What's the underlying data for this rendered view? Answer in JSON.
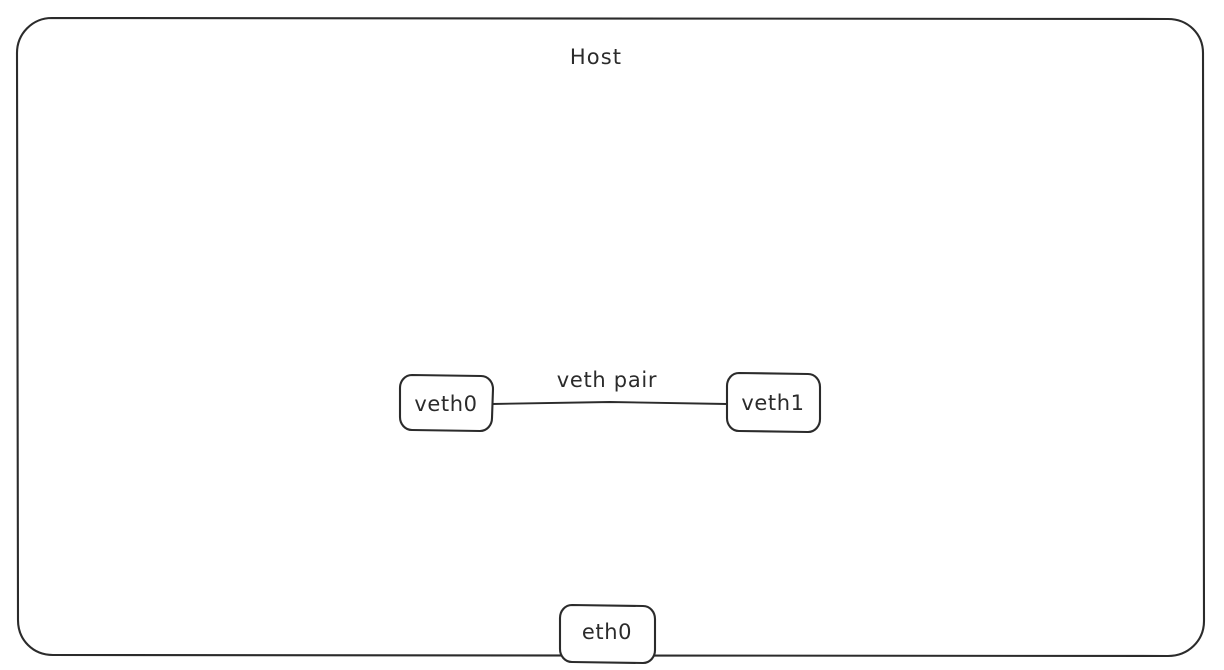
{
  "diagram": {
    "type": "network-namespace-diagram",
    "style": "hand-drawn-sketch",
    "background_color": "#ffffff",
    "stroke_color": "#2b2b2b",
    "container": {
      "label": "Host",
      "shape": "rounded-rectangle"
    },
    "nodes": [
      {
        "id": "veth0",
        "label": "veth0",
        "shape": "rounded-rectangle"
      },
      {
        "id": "veth1",
        "label": "veth1",
        "shape": "rounded-rectangle"
      },
      {
        "id": "eth0",
        "label": "eth0",
        "shape": "rounded-rectangle"
      }
    ],
    "edges": [
      {
        "from": "veth0",
        "to": "veth1",
        "label": "veth pair",
        "style": "solid"
      }
    ]
  }
}
